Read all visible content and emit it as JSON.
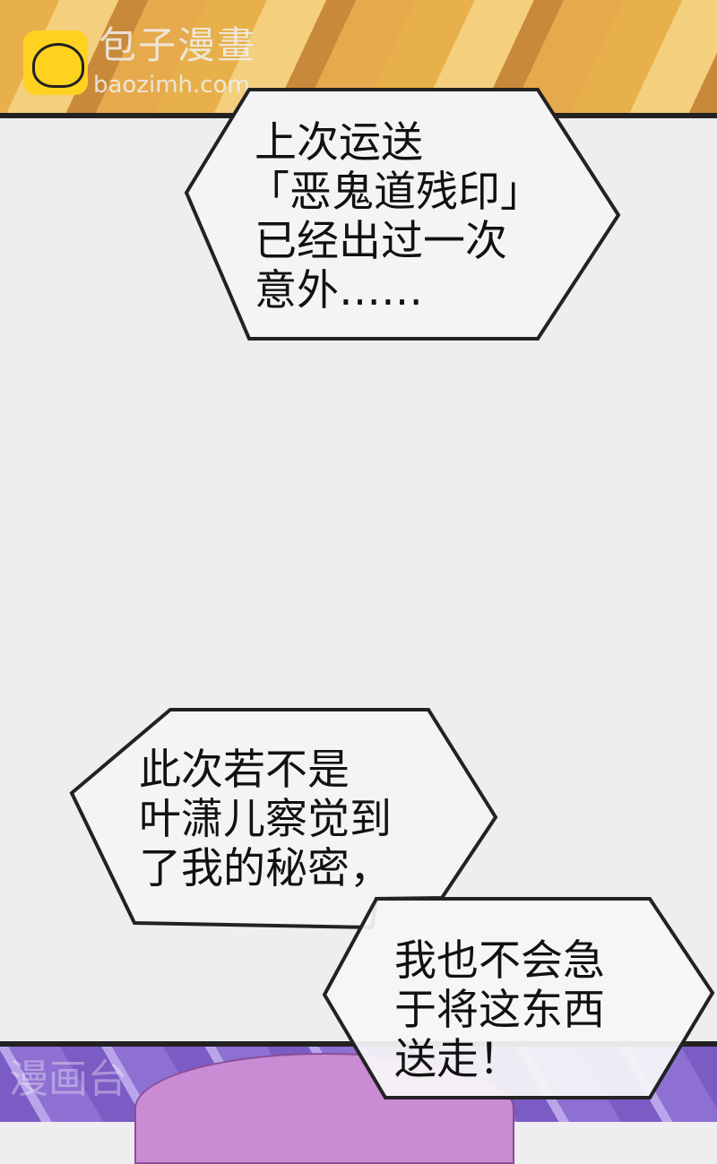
{
  "watermark": {
    "brand_cn": "包子漫畫",
    "brand_url": "baozimh.com",
    "corner": "漫画台"
  },
  "bubbles": [
    {
      "lines": [
        "上次运送",
        "「恶鬼道残印」",
        "已经出过一次",
        "意外……"
      ]
    },
    {
      "lines": [
        "此次若不是",
        "叶潇儿察觉到",
        "了我的秘密，"
      ]
    },
    {
      "lines": [
        "我也不会急",
        "于将这东西",
        "送走！"
      ]
    }
  ]
}
